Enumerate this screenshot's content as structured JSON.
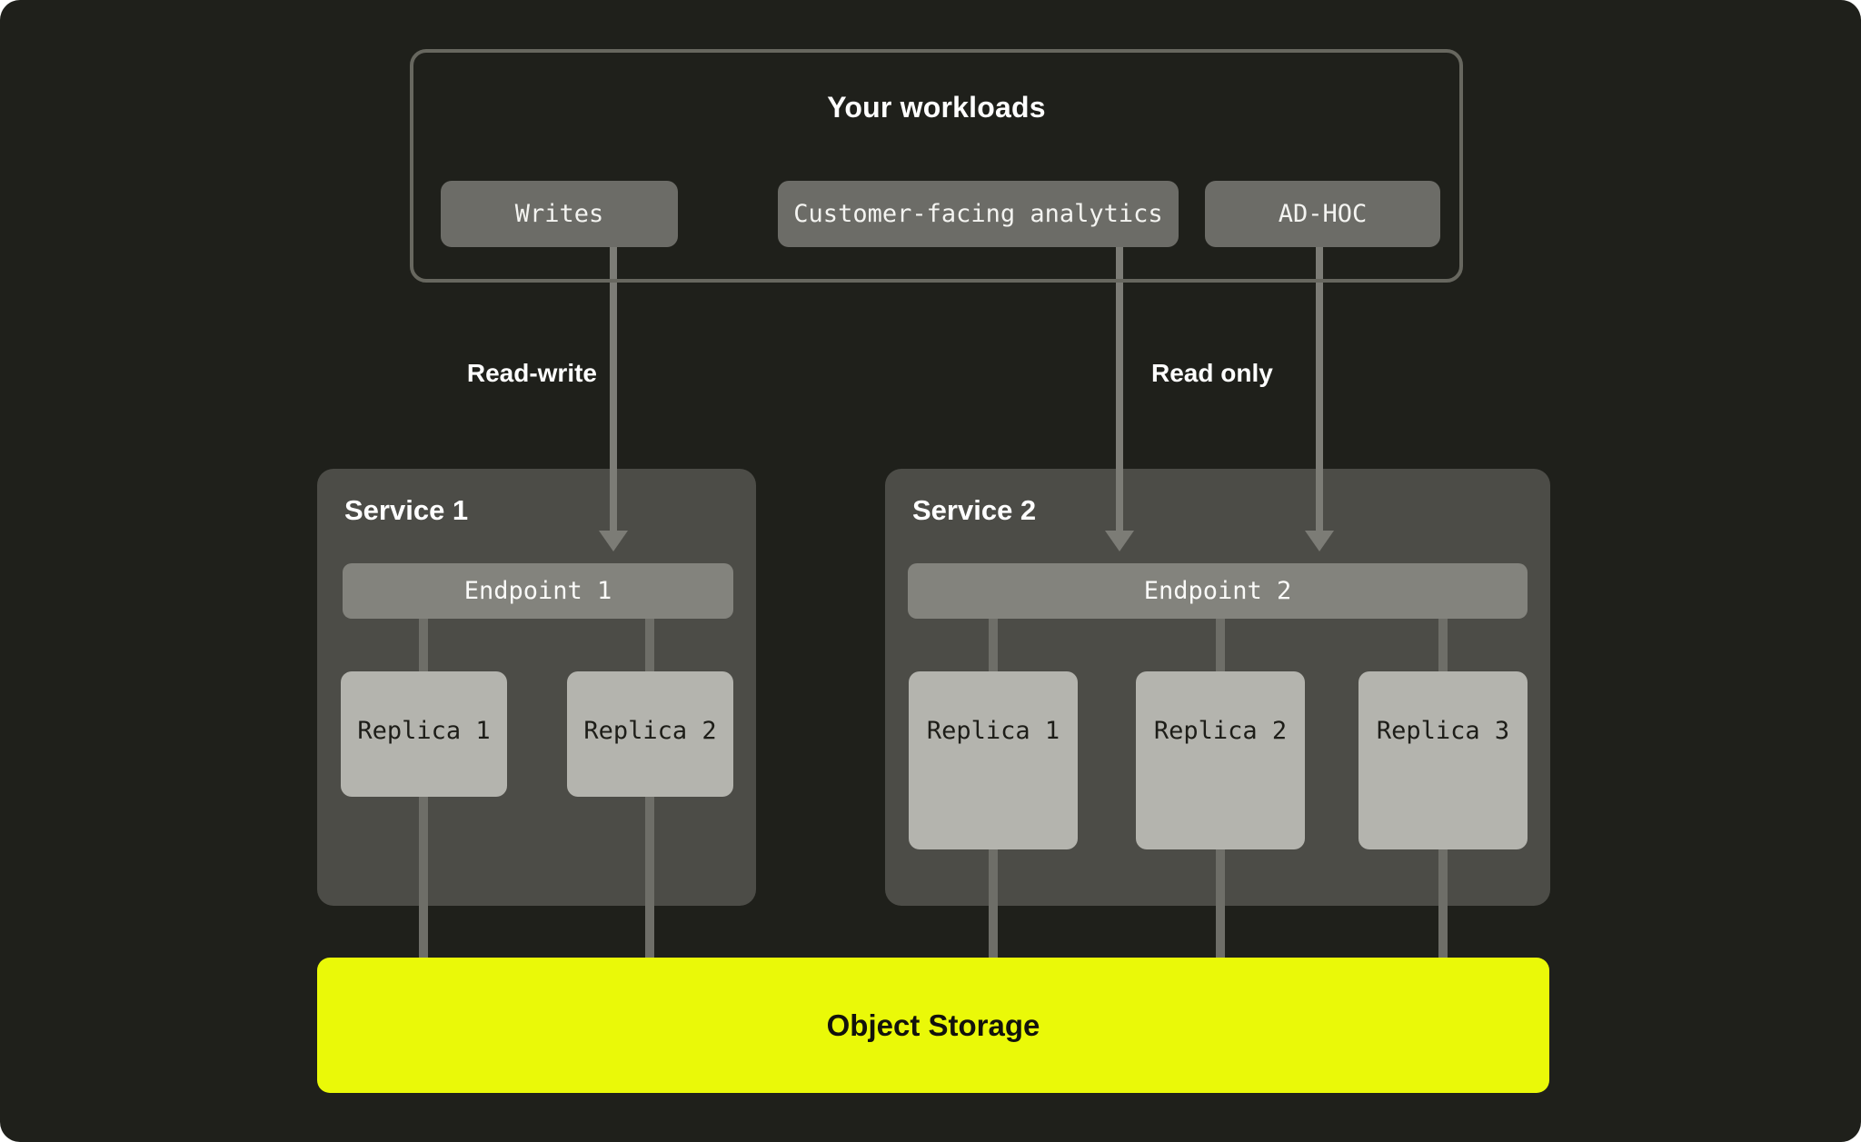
{
  "workloads": {
    "title": "Your workloads",
    "items": [
      {
        "label": "Writes"
      },
      {
        "label": "Customer-facing analytics"
      },
      {
        "label": "AD-HOC"
      }
    ]
  },
  "edges": {
    "read_write_label": "Read-write",
    "read_only_label": "Read only"
  },
  "services": [
    {
      "name": "Service 1",
      "endpoint": "Endpoint 1",
      "replicas": [
        {
          "label": "Replica 1"
        },
        {
          "label": "Replica 2"
        }
      ]
    },
    {
      "name": "Service 2",
      "endpoint": "Endpoint 2",
      "replicas": [
        {
          "label": "Replica 1"
        },
        {
          "label": "Replica 2"
        },
        {
          "label": "Replica 3"
        }
      ]
    }
  ],
  "storage": {
    "label": "Object Storage"
  },
  "colors": {
    "background": "#1f201b",
    "workloads_border": "#67675f",
    "workload_pill": "#6c6c67",
    "service_box": "#4c4c47",
    "endpoint_bar": "#83837d",
    "replica_box": "#b4b4ae",
    "connector_line": "#7c7c76",
    "storage_accent": "#eaf908",
    "heading_text": "#ffffff",
    "replica_text": "#1d1d18"
  }
}
